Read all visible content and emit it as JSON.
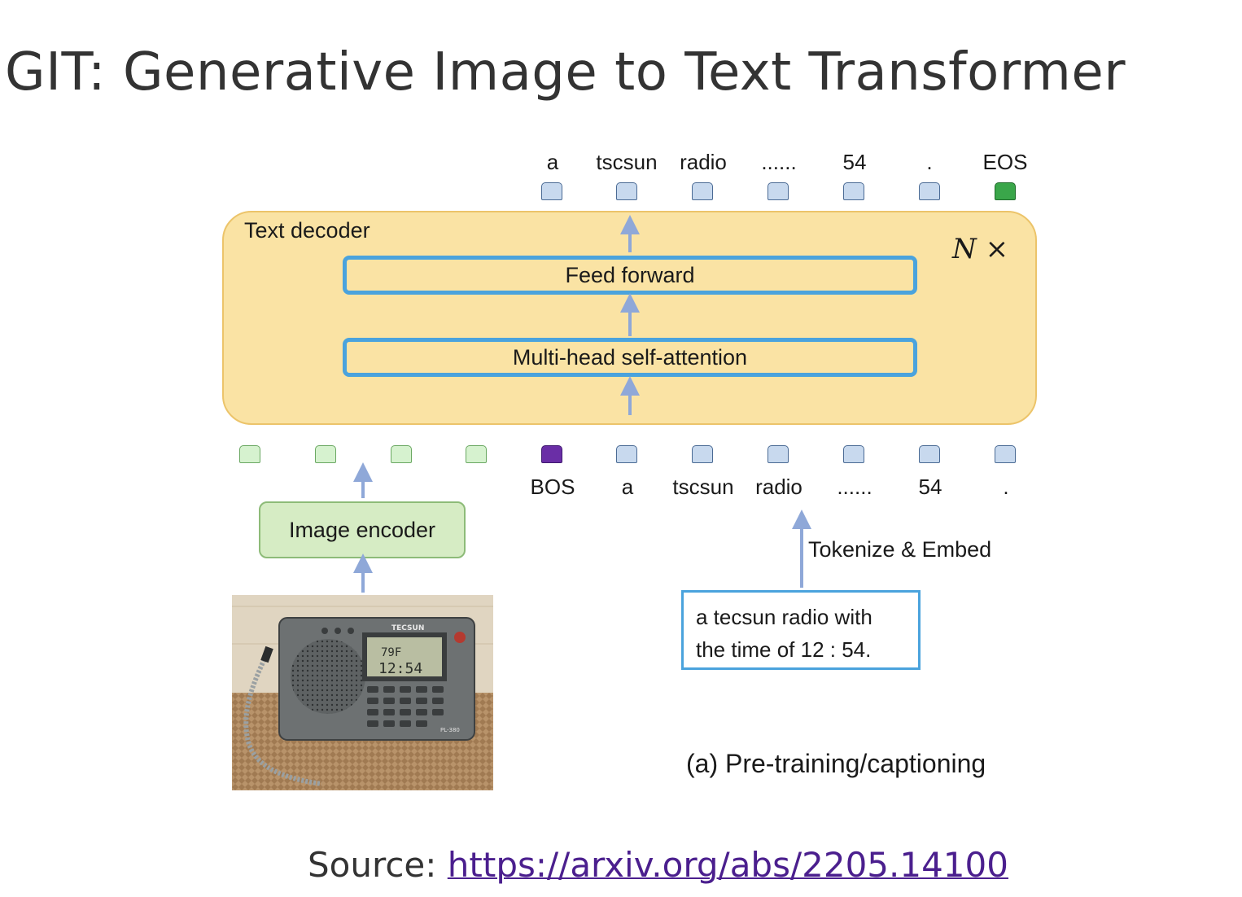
{
  "title": "GIT: Generative Image to Text Transformer",
  "output_tokens": [
    "a",
    "tscsun",
    "radio",
    "......",
    "54",
    ".",
    "EOS"
  ],
  "input_tokens": [
    "BOS",
    "a",
    "tscsun",
    "radio",
    "......",
    "54",
    "."
  ],
  "decoder": {
    "label": "Text decoder",
    "repeat_symbol": "N",
    "repeat_times": "×",
    "feed_forward": "Feed forward",
    "attention": "Multi-head self-attention"
  },
  "encoder": {
    "label": "Image encoder"
  },
  "image": {
    "brand": "TECSUN",
    "temp": "79F",
    "time": "12:54",
    "model": "PL-380"
  },
  "caption": {
    "line1": "a tecsun radio with",
    "line2": "the time of 12 : 54."
  },
  "tokenize_label": "Tokenize & Embed",
  "subfigure_label": "(a) Pre-training/captioning",
  "source": {
    "prefix": "Source: ",
    "link_text": "https://arxiv.org/abs/2205.14100",
    "link_color": "#4b1f8e"
  },
  "colors": {
    "decoder_fill": "#fae3a4",
    "block_border": "#4aa3dd",
    "encoder_fill": "#d6ecc4",
    "arrow": "#8fa8d8"
  }
}
